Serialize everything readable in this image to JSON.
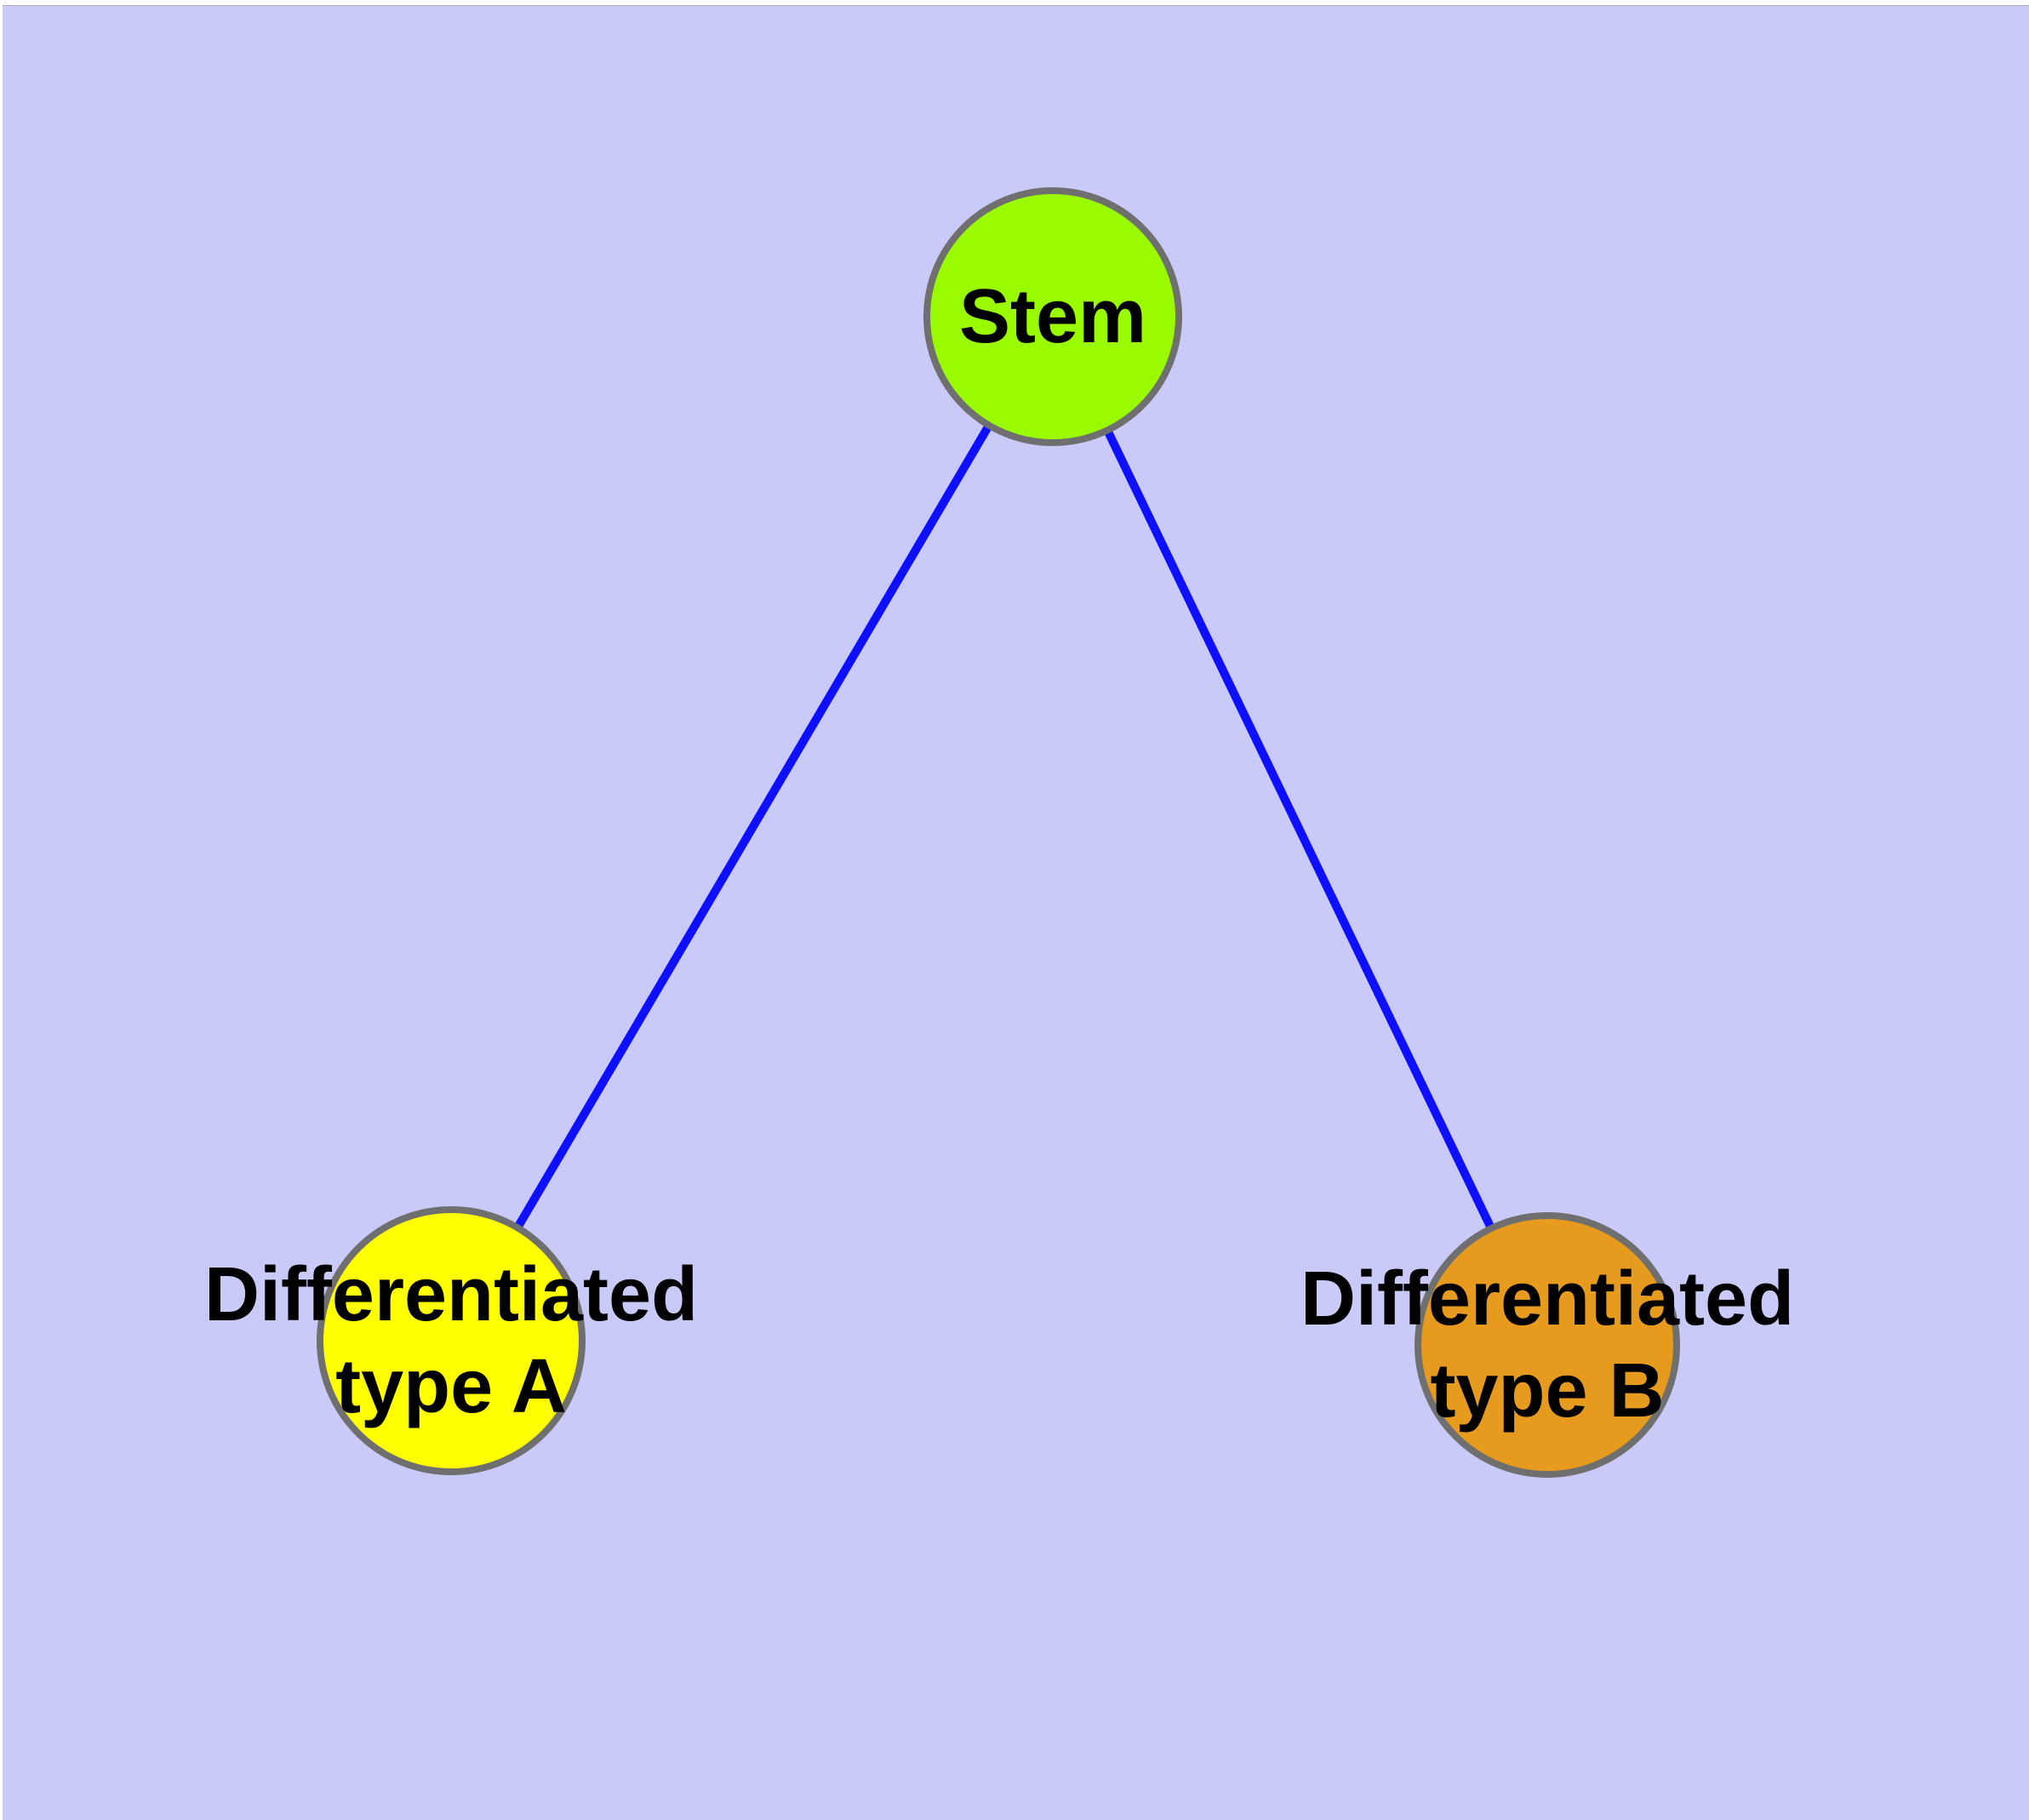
{
  "canvas": {
    "background_color": "#CACAF8",
    "margin_color": "#FFFFFF"
  },
  "graph": {
    "edge": {
      "color": "#0F0FFF",
      "width": 10
    },
    "node_border": {
      "color": "#6F6F6F",
      "width": 8
    },
    "label": {
      "color": "#000000"
    },
    "nodes": [
      {
        "id": "stem",
        "label": "Stem",
        "lines": [
          "Stem"
        ],
        "fill": "#9AFB00"
      },
      {
        "id": "differentiated-type-a",
        "label": "Differentiated type A",
        "lines": [
          "Differentiated",
          "type A"
        ],
        "fill": "#FFFF00"
      },
      {
        "id": "differentiated-type-b",
        "label": "Differentiated type B",
        "lines": [
          "Differentiated",
          "type B"
        ],
        "fill": "#E69A1E"
      }
    ],
    "edges": [
      {
        "from": "stem",
        "to": "differentiated-type-a"
      },
      {
        "from": "stem",
        "to": "differentiated-type-b"
      }
    ]
  }
}
